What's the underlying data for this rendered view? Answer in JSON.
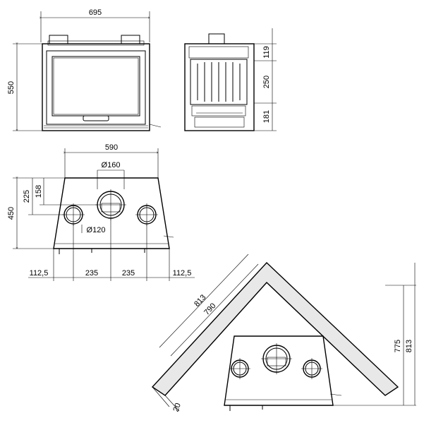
{
  "front_view": {
    "width": "695",
    "height": "550"
  },
  "side_view": {
    "dim_top": "119",
    "dim_mid": "250",
    "dim_bottom": "181"
  },
  "top_view": {
    "width": "590",
    "depth": "450",
    "dim_225": "225",
    "dim_158": "158",
    "center_outlet": "Ø160",
    "side_outlet": "Ø120",
    "bottom_dims": [
      "112,5",
      "235",
      "235",
      "112,5"
    ]
  },
  "corner_view": {
    "dim_813_diag": "813",
    "dim_790": "790",
    "dim_775": "775",
    "dim_813_vert": "813",
    "dim_20": "20"
  }
}
